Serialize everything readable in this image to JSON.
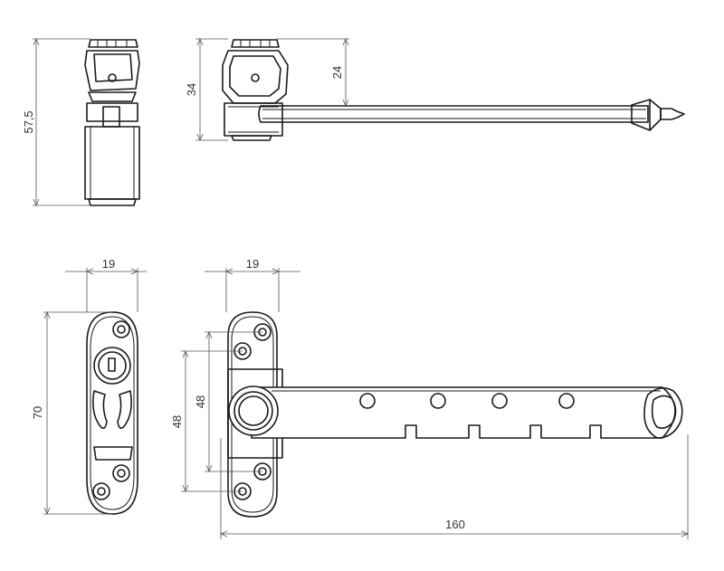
{
  "colors": {
    "line": "#1a1a1a",
    "dimension": "#555555",
    "background": "#ffffff"
  },
  "dimensions": {
    "side_height": "57,5",
    "front_height": "34",
    "arm_height": "24",
    "keep_width": "19",
    "body_width": "19",
    "keep_height": "70",
    "hole_outer": "48",
    "hole_inner": "48",
    "total_length": "160"
  }
}
